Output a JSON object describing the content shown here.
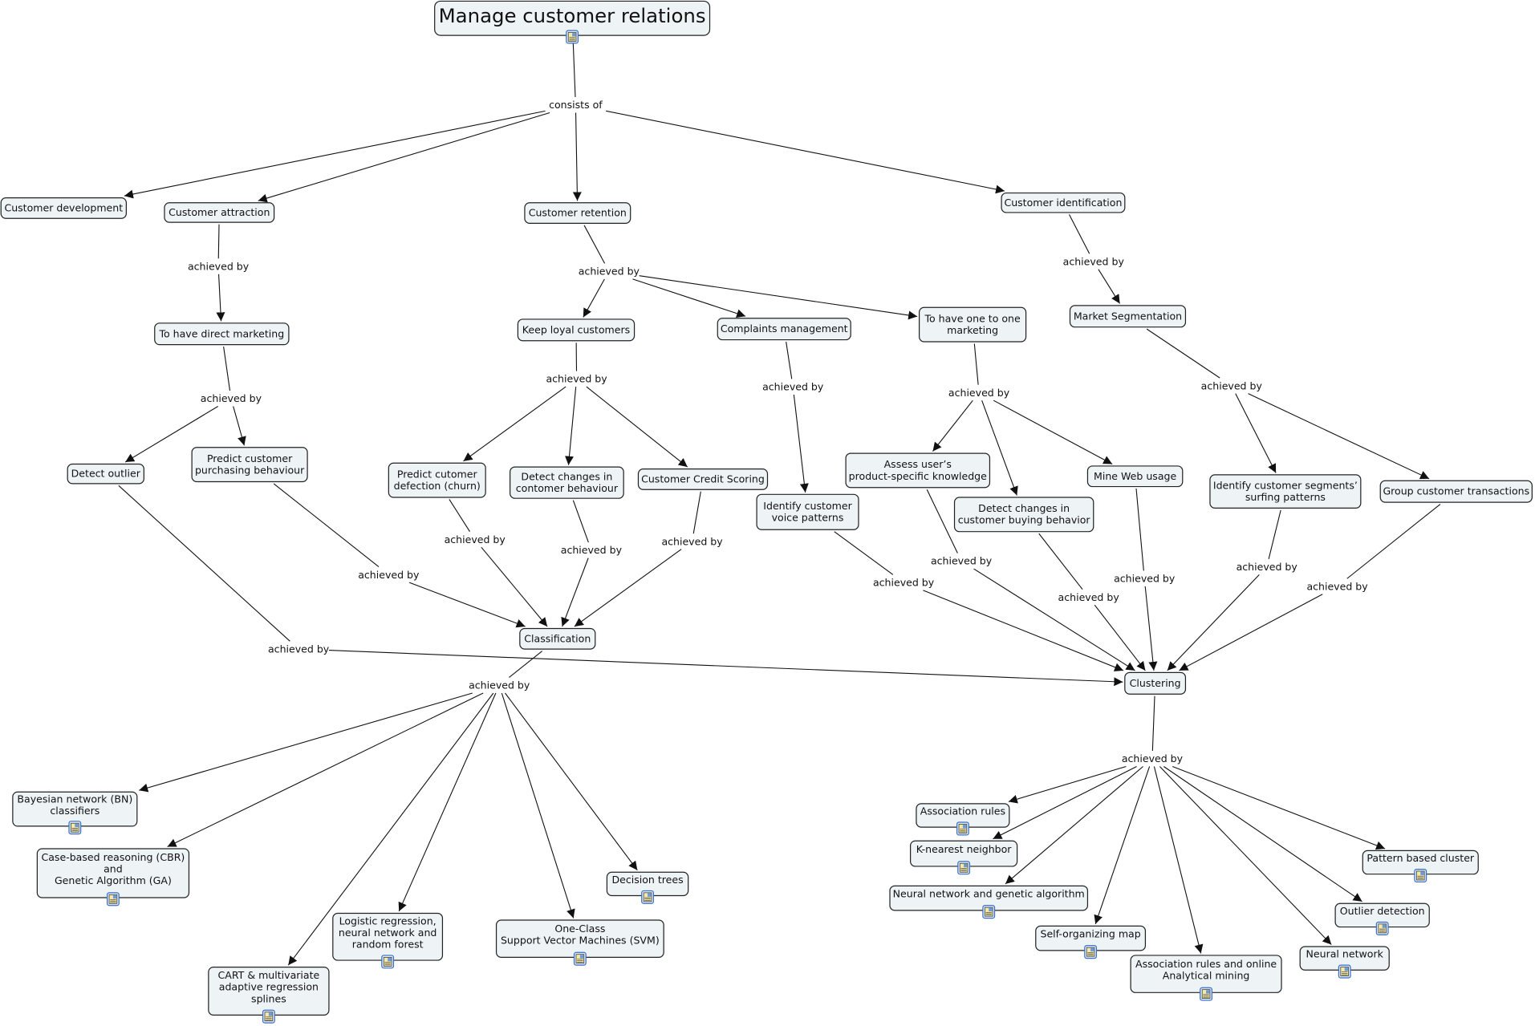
{
  "colors": {
    "node_fill": "#eef3f6",
    "node_border": "#222222",
    "line": "#111111",
    "icon_border": "#3a6fc4",
    "icon_fill": "#f5e9a8"
  },
  "nodes": [
    {
      "id": "root",
      "label": "Manage customer relations",
      "icon": "resource-image-icon"
    },
    {
      "id": "c1",
      "label": "Customer development"
    },
    {
      "id": "c2",
      "label": "Customer attraction"
    },
    {
      "id": "c3",
      "label": "Customer retention"
    },
    {
      "id": "c4",
      "label": "Customer identification"
    },
    {
      "id": "c5",
      "label": "To have direct marketing"
    },
    {
      "id": "c6",
      "label": "Detect outlier"
    },
    {
      "id": "c7",
      "label": "Predict customer\npurchasing behaviour"
    },
    {
      "id": "c8",
      "label": "Keep loyal customers"
    },
    {
      "id": "c9",
      "label": "Complaints management"
    },
    {
      "id": "c10",
      "label": "To have one to one\nmarketing"
    },
    {
      "id": "c11",
      "label": "Predict cutomer\ndefection (churn)"
    },
    {
      "id": "c12",
      "label": "Detect changes in\ncontomer behaviour"
    },
    {
      "id": "c13",
      "label": "Customer Credit Scoring"
    },
    {
      "id": "c14",
      "label": "Identify customer\nvoice patterns"
    },
    {
      "id": "c15",
      "label": "Assess user’s\nproduct-specific knowledge"
    },
    {
      "id": "c16",
      "label": "Detect changes in\ncustomer buying behavior"
    },
    {
      "id": "c17",
      "label": "Mine Web usage"
    },
    {
      "id": "c18",
      "label": "Market Segmentation"
    },
    {
      "id": "c19",
      "label": "Identify customer segments’\nsurfing patterns"
    },
    {
      "id": "c20",
      "label": "Group customer transactions"
    },
    {
      "id": "class",
      "label": "Classification"
    },
    {
      "id": "clust",
      "label": "Clustering"
    },
    {
      "id": "a1",
      "label": "Bayesian network (BN)\nclassifiers",
      "icon": "resource-image-icon"
    },
    {
      "id": "a2",
      "label": "Case-based reasoning (CBR)\nand\nGenetic Algorithm (GA)",
      "icon": "resource-image-icon"
    },
    {
      "id": "a3",
      "label": "CART & multivariate\nadaptive regression\nsplines",
      "icon": "resource-image-icon"
    },
    {
      "id": "a4",
      "label": "Logistic regression,\nneural network and\nrandom forest",
      "icon": "resource-image-icon"
    },
    {
      "id": "a5",
      "label": "One-Class\nSupport Vector Machines (SVM)",
      "icon": "resource-image-icon"
    },
    {
      "id": "a6",
      "label": "Decision trees",
      "icon": "resource-image-icon"
    },
    {
      "id": "b1",
      "label": "Association rules",
      "icon": "resource-image-icon"
    },
    {
      "id": "b2",
      "label": "K-nearest neighbor",
      "icon": "resource-image-icon"
    },
    {
      "id": "b3",
      "label": "Neural network and genetic algorithm",
      "icon": "resource-image-icon"
    },
    {
      "id": "b4",
      "label": "Self-organizing map",
      "icon": "resource-image-icon"
    },
    {
      "id": "b5",
      "label": "Association rules and online\nAnalytical mining",
      "icon": "resource-image-icon"
    },
    {
      "id": "b6",
      "label": "Neural network",
      "icon": "resource-image-icon"
    },
    {
      "id": "b7",
      "label": "Outlier detection",
      "icon": "resource-image-icon"
    },
    {
      "id": "b8",
      "label": "Pattern based cluster",
      "icon": "resource-image-icon"
    }
  ],
  "links": [
    {
      "id": "L1",
      "label": "consists of",
      "from": "root",
      "to": [
        "c1",
        "c2",
        "c3",
        "c4"
      ]
    },
    {
      "id": "L2",
      "label": "achieved by",
      "from": "c2",
      "to": [
        "c5"
      ]
    },
    {
      "id": "L3",
      "label": "achieved by",
      "from": "c5",
      "to": [
        "c6",
        "c7"
      ]
    },
    {
      "id": "L4",
      "label": "achieved by",
      "from": "c3",
      "to": [
        "c8",
        "c9",
        "c10"
      ]
    },
    {
      "id": "L5",
      "label": "achieved by",
      "from": "c8",
      "to": [
        "c11",
        "c12",
        "c13"
      ]
    },
    {
      "id": "L6",
      "label": "achieved by",
      "from": "c9",
      "to": [
        "c14"
      ]
    },
    {
      "id": "L7",
      "label": "achieved by",
      "from": "c10",
      "to": [
        "c15",
        "c16",
        "c17"
      ]
    },
    {
      "id": "L8",
      "label": "achieved by",
      "from": "c4",
      "to": [
        "c18"
      ]
    },
    {
      "id": "L9",
      "label": "achieved by",
      "from": "c18",
      "to": [
        "c19",
        "c20"
      ]
    },
    {
      "id": "L10",
      "label": "achieved by",
      "from": "c7",
      "to": [
        "class"
      ]
    },
    {
      "id": "L11",
      "label": "achieved by",
      "from": "c11",
      "to": [
        "class"
      ]
    },
    {
      "id": "L12",
      "label": "achieved by",
      "from": "c12",
      "to": [
        "class"
      ]
    },
    {
      "id": "L13",
      "label": "achieved by",
      "from": "c13",
      "to": [
        "class"
      ]
    },
    {
      "id": "L14",
      "label": "achieved by",
      "from": "c6",
      "to": [
        "clust"
      ]
    },
    {
      "id": "L15",
      "label": "achieved by",
      "from": "c14",
      "to": [
        "clust"
      ]
    },
    {
      "id": "L16",
      "label": "achieved by",
      "from": "c15",
      "to": [
        "clust"
      ]
    },
    {
      "id": "L17",
      "label": "achieved by",
      "from": "c16",
      "to": [
        "clust"
      ]
    },
    {
      "id": "L18",
      "label": "achieved by",
      "from": "c17",
      "to": [
        "clust"
      ]
    },
    {
      "id": "L19",
      "label": "achieved by",
      "from": "c19",
      "to": [
        "clust"
      ]
    },
    {
      "id": "L20",
      "label": "achieved by",
      "from": "c20",
      "to": [
        "clust"
      ]
    },
    {
      "id": "L21",
      "label": "achieved by",
      "from": "class",
      "to": [
        "a1",
        "a2",
        "a3",
        "a4",
        "a5",
        "a6"
      ]
    },
    {
      "id": "L22",
      "label": "achieved by",
      "from": "clust",
      "to": [
        "b1",
        "b2",
        "b3",
        "b4",
        "b5",
        "b6",
        "b7",
        "b8"
      ]
    }
  ]
}
